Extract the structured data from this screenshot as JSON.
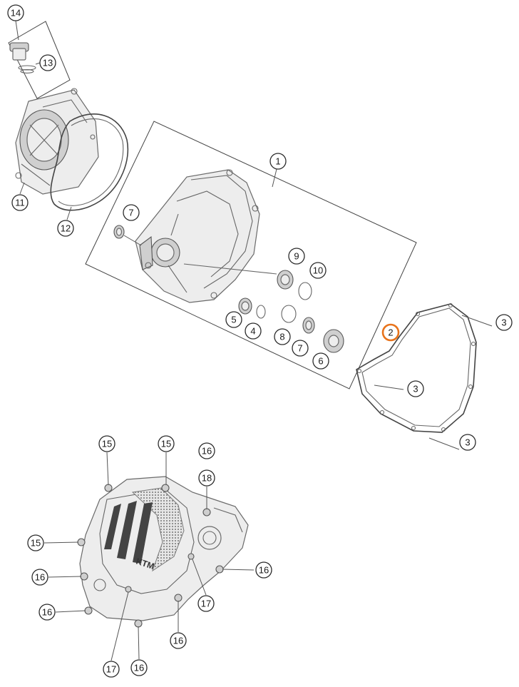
{
  "diagram": {
    "accent_color": "#e8731b",
    "highlighted_callout": "2",
    "callouts": {
      "c14": "14",
      "c13": "13",
      "c11": "11",
      "c12": "12",
      "c1": "1",
      "c7a": "7",
      "c9": "9",
      "c10": "10",
      "c5": "5",
      "c4": "4",
      "c8": "8",
      "c7b": "7",
      "c6": "6",
      "c2": "2",
      "c3a": "3",
      "c3b": "3",
      "c3c": "3",
      "c15a": "15",
      "c15b": "15",
      "c16a": "16",
      "c18": "18",
      "c15c": "15",
      "c16b": "16",
      "c16c": "16",
      "c16d": "16",
      "c17a": "17",
      "c16e": "16",
      "c17b": "17",
      "c16f": "16"
    }
  }
}
